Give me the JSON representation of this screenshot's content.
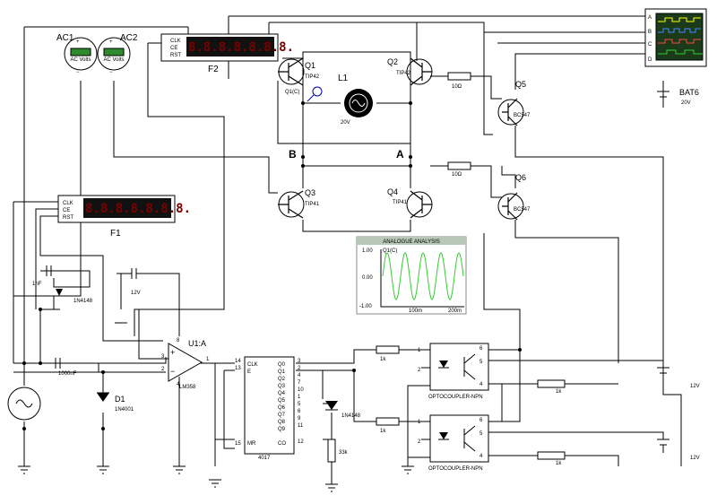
{
  "components": {
    "voltmeter1": {
      "label": "AC1",
      "unit": "AC Volts"
    },
    "voltmeter2": {
      "label": "AC2",
      "unit": "AC Volts"
    },
    "counter_f2": {
      "label": "F2",
      "pins": [
        "CLK",
        "CE",
        "RST"
      ]
    },
    "counter_f1": {
      "label": "F1",
      "pins": [
        "CLK",
        "CE",
        "RST"
      ]
    },
    "q1": {
      "label": "Q1",
      "part": "TIP42",
      "probe": "Q1(C)"
    },
    "q2": {
      "label": "Q2",
      "part": "TIP42"
    },
    "q3": {
      "label": "Q3",
      "part": "TIP41"
    },
    "q4": {
      "label": "Q4",
      "part": "TIP41"
    },
    "q5": {
      "label": "Q5",
      "part": "BC547"
    },
    "q6": {
      "label": "Q6",
      "part": "BC547"
    },
    "motor": {
      "label": "L1",
      "value": "20V"
    },
    "node_a": "A",
    "node_b": "B",
    "r_q5": "10Ω",
    "r_q6": "10Ω",
    "battery": {
      "label": "BAT6",
      "value": "20V"
    },
    "scope_channels": [
      "A",
      "B",
      "C",
      "D"
    ],
    "c1": "1nF",
    "c2": "1000nF",
    "d_1n4148": "1N4148",
    "d1": {
      "label": "D1",
      "part": "1N4001"
    },
    "vs_12v": "12V",
    "opamp": {
      "label": "U1:A",
      "part": "LM358",
      "pin_in_neg": "3",
      "pin_in_pos": "2",
      "pin_out": "1",
      "pin_top": "8",
      "pin_bot": "4"
    },
    "counter4017": {
      "part": "4017",
      "left_pins": [
        {
          "num": "14",
          "name": "CLK"
        },
        {
          "num": "13",
          "name": "E"
        },
        {
          "num": "15",
          "name": "MR"
        }
      ],
      "outputs": [
        {
          "name": "Q0",
          "num": "3"
        },
        {
          "name": "Q1",
          "num": "2"
        },
        {
          "name": "Q2",
          "num": "4"
        },
        {
          "name": "Q3",
          "num": "7"
        },
        {
          "name": "Q4",
          "num": "10"
        },
        {
          "name": "Q5",
          "num": "1"
        },
        {
          "name": "Q6",
          "num": "5"
        },
        {
          "name": "Q7",
          "num": "6"
        },
        {
          "name": "Q8",
          "num": "9"
        },
        {
          "name": "Q9",
          "num": "11"
        }
      ],
      "co": {
        "name": "CO",
        "num": "12"
      }
    },
    "d2": "1N4148",
    "r_33k": "33k",
    "r_1k_a": "1k",
    "r_1k_b": "1k",
    "r_1k_c": "1k",
    "r_1k_d": "1k",
    "opto_label": "OPTOCOUPLER-NPN",
    "opto_pins": {
      "in_top": "1",
      "in_bot": "2",
      "out_6": "6",
      "out_5": "5",
      "out_4": "4"
    },
    "supply_a": "12V",
    "supply_b": "12V",
    "graph": {
      "title": "ANALOGUE ANALYSIS",
      "trace": "Q1(C)",
      "y_ticks": [
        "1.00",
        "0.00",
        "-1.00"
      ],
      "x_ticks": [
        "100m",
        "200m"
      ]
    }
  },
  "colors": {
    "wire": "#000000",
    "segment_off": "#7a0000",
    "counter_face": "#111111",
    "scope_bg": "#1a3a1a",
    "graph_trace": "#33cc33",
    "graph_bg": "#ffffff",
    "meter_face": "#2f8a2f"
  }
}
